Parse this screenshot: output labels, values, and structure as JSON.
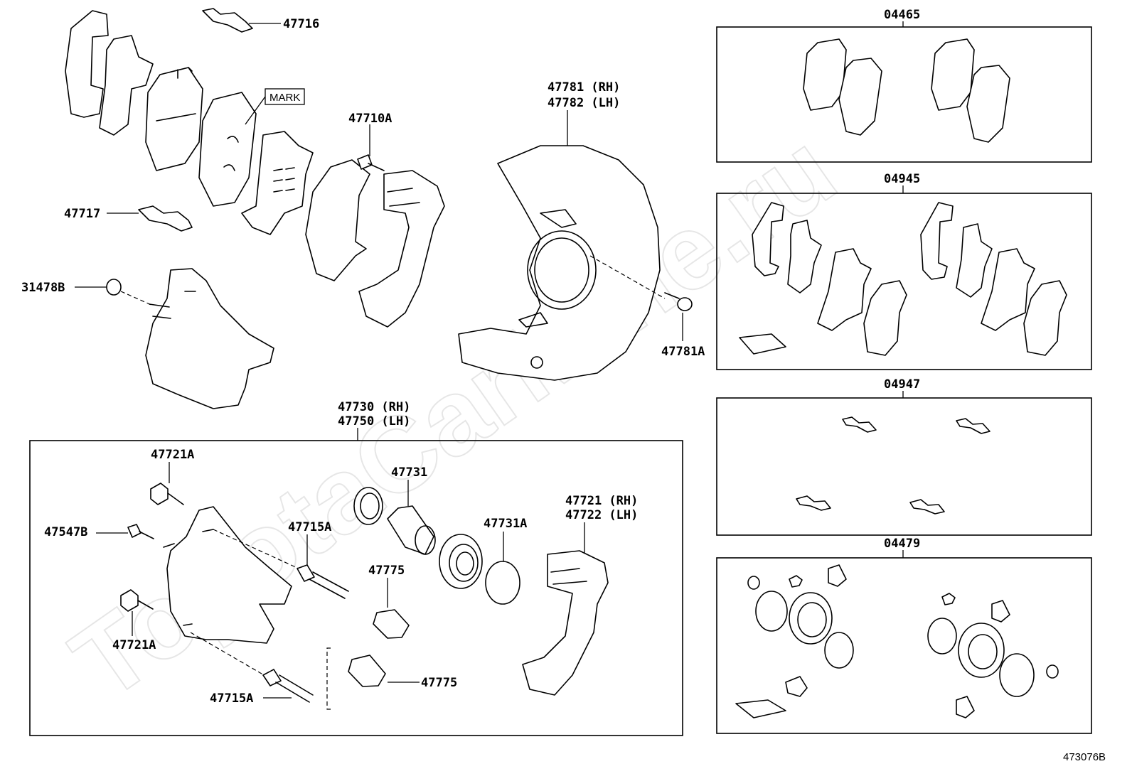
{
  "watermark": "ToyotaCarMine.ru",
  "figure_code": "473076B",
  "mark_label": "MARK",
  "labels": {
    "p47716": "47716",
    "p47717": "47717",
    "p31478B": "31478B",
    "p47710A": "47710A",
    "p47781_rh": "47781 (RH)",
    "p47782_lh": "47782 (LH)",
    "p47781A": "47781A",
    "p47730_rh": "47730 (RH)",
    "p47750_lh": "47750 (LH)",
    "p47721A_top": "47721A",
    "p47547B": "47547B",
    "p47721A_bottom": "47721A",
    "p47715A_mid": "47715A",
    "p47715A_bottom": "47715A",
    "p47731": "47731",
    "p47731A": "47731A",
    "p47775_top": "47775",
    "p47775_bottom": "47775",
    "p47721_rh": "47721 (RH)",
    "p47722_lh": "47722 (LH)"
  },
  "kits": {
    "kit_04465": "04465",
    "kit_04945": "04945",
    "kit_04947": "04947",
    "kit_04479": "04479"
  }
}
